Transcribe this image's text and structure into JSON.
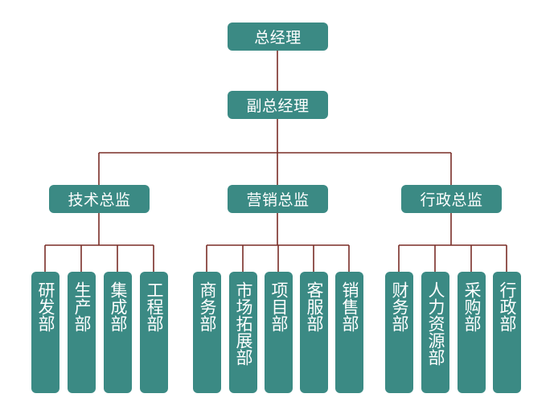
{
  "colors": {
    "node_fill": "#3b8a84",
    "node_text": "#ffffff",
    "connector": "#7a2d27"
  },
  "general_manager": "总经理",
  "deputy_general_manager": "副总经理",
  "directors": [
    {
      "title": "技术总监",
      "departments": [
        "研发部",
        "生产部",
        "集成部",
        "工程部"
      ]
    },
    {
      "title": "营销总监",
      "departments": [
        "商务部",
        "市场拓展部",
        "项目部",
        "客服部",
        "销售部"
      ]
    },
    {
      "title": "行政总监",
      "departments": [
        "财务部",
        "人力资源部",
        "采购部",
        "行政部"
      ]
    }
  ]
}
